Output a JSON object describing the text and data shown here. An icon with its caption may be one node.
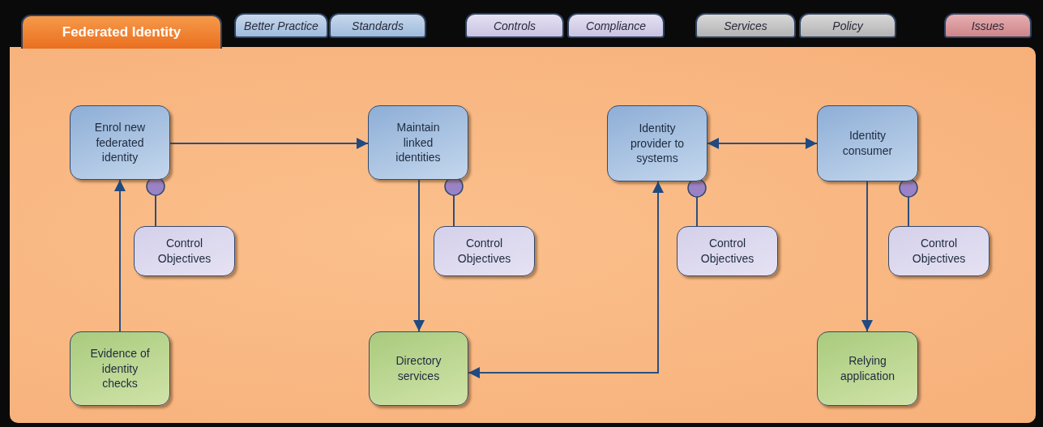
{
  "diagram": {
    "nodes": [
      {
        "text": [
          "Federated Identity"
        ]
      },
      {
        "text": [
          "Better Practice"
        ]
      },
      {
        "text": [
          "Standards"
        ]
      },
      {
        "text": [
          "Controls"
        ]
      },
      {
        "text": [
          "Compliance"
        ]
      },
      {
        "text": [
          "Services"
        ]
      },
      {
        "text": [
          "Policy"
        ]
      },
      {
        "text": [
          "Issues"
        ]
      },
      {
        "text": [
          "Enrol new federated identity"
        ],
        "in": 0
      },
      {
        "text": [
          "Maintain linked identities"
        ],
        "in": 0
      },
      {
        "text": [
          "Identity provider to systems"
        ],
        "in": 0
      },
      {
        "text": [
          "Identity consumer"
        ],
        "in": 0
      },
      {
        "text": [
          "Control Objectives"
        ],
        "in": 0
      },
      {
        "text": [
          "Control Objectives"
        ],
        "in": 0
      },
      {
        "text": [
          "Control Objectives"
        ],
        "in": 0
      },
      {
        "text": [
          "Control Objectives"
        ],
        "in": 0
      },
      {
        "text": [
          "Evidence of identity checks"
        ],
        "in": 0
      },
      {
        "text": [
          "Directory services"
        ],
        "in": 0
      },
      {
        "text": [
          "Relying application"
        ],
        "in": 0
      }
    ],
    "edges": [
      {
        "from": 8,
        "to": 9,
        "arrow": "to"
      },
      {
        "from": 16,
        "to": 8,
        "arrow": "to"
      },
      {
        "from": 9,
        "to": 17,
        "arrow": "to"
      },
      {
        "from": 17,
        "to": 10,
        "arrow": "both"
      },
      {
        "from": 10,
        "to": 11,
        "arrow": "both"
      },
      {
        "from": 11,
        "to": 18,
        "arrow": "to"
      },
      {
        "from": 8,
        "to": 12,
        "arrow": "other"
      },
      {
        "from": 9,
        "to": 13,
        "arrow": "other"
      },
      {
        "from": 10,
        "to": 14,
        "arrow": "other"
      },
      {
        "from": 11,
        "to": 15,
        "arrow": "other"
      }
    ]
  }
}
